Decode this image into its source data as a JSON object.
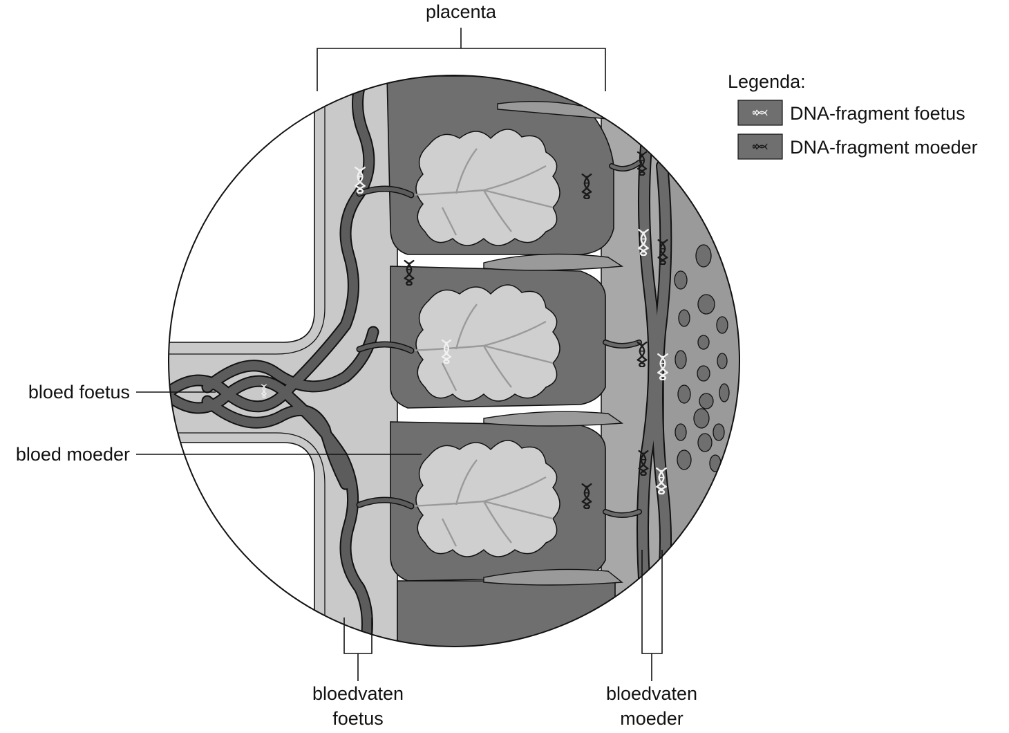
{
  "labels": {
    "placenta": "placenta",
    "blood_fetus": "bloed foetus",
    "blood_mother": "bloed moeder",
    "vessels_fetus_line1": "bloedvaten",
    "vessels_fetus_line2": "foetus",
    "vessels_mother_line1": "bloedvaten",
    "vessels_mother_line2": "moeder"
  },
  "legend": {
    "title": "Legenda:",
    "items": [
      {
        "label": "DNA-fragment foetus",
        "symbol": "dna-fetus-icon"
      },
      {
        "label": "DNA-fragment moeder",
        "symbol": "dna-mother-icon"
      }
    ]
  },
  "colors": {
    "outline": "#111111",
    "tissue_light": "#c9c9c9",
    "tissue_mid": "#9a9a9a",
    "maternal_blood": "#6f6f6f",
    "vessel_dark": "#5c5c5c",
    "villus_fill": "#cfcfcf",
    "dna_fetus": "#f2f2f2",
    "dna_mother": "#1a1a1a"
  }
}
